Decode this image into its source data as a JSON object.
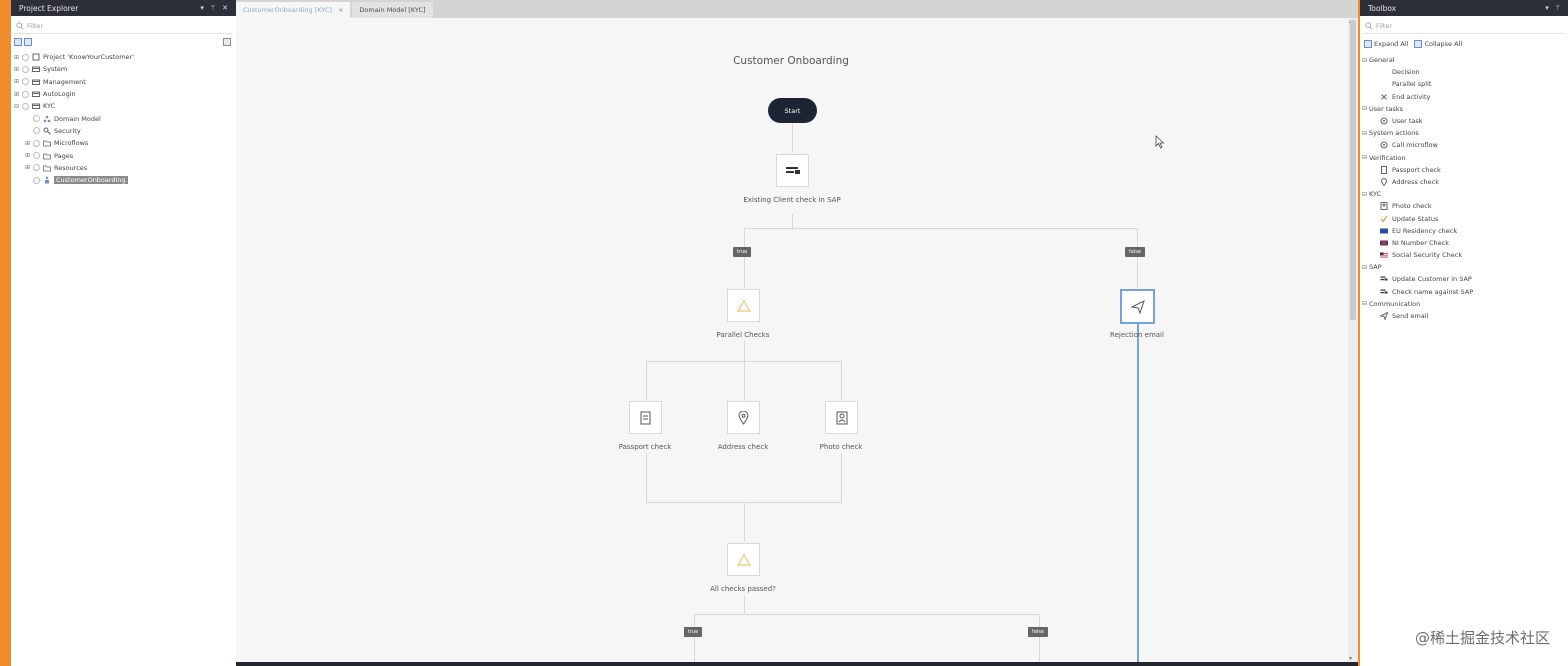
{
  "explorer": {
    "title": "Project Explorer",
    "controls": [
      "▾",
      "ᛘ",
      "✕"
    ],
    "filter_placeholder": "Filter",
    "tree": [
      {
        "label": "Project 'KnowYourCustomer'",
        "icon": "project-icon",
        "toggle": "⊞",
        "level": 0
      },
      {
        "label": "System",
        "icon": "module-icon",
        "toggle": "⊞",
        "level": 0
      },
      {
        "label": "Management",
        "icon": "module-icon",
        "toggle": "⊞",
        "level": 0
      },
      {
        "label": "AutoLogin",
        "icon": "module-icon",
        "toggle": "⊞",
        "level": 0
      },
      {
        "label": "KYC",
        "icon": "module-icon",
        "toggle": "⊟",
        "level": 0
      },
      {
        "label": "Domain Model",
        "icon": "domain-model-icon",
        "toggle": "",
        "level": 1
      },
      {
        "label": "Security",
        "icon": "security-icon",
        "toggle": "",
        "level": 1
      },
      {
        "label": "Microflows",
        "icon": "folder-icon",
        "toggle": "⊞",
        "level": 1
      },
      {
        "label": "Pages",
        "icon": "folder-icon",
        "toggle": "⊞",
        "level": 1
      },
      {
        "label": "Resources",
        "icon": "folder-icon",
        "toggle": "⊞",
        "level": 1
      },
      {
        "label": "CustomerOnboarding",
        "icon": "workflow-icon",
        "toggle": "",
        "level": 1,
        "selected": true
      }
    ]
  },
  "editor": {
    "tabs": [
      {
        "label": "CustomerOnboarding [KYC]",
        "active": true,
        "close": "×"
      },
      {
        "label": "Domain Model [KYC]",
        "active": false,
        "close": ""
      }
    ],
    "flow": {
      "title": "Customer Onboarding",
      "start_label": "Start",
      "nodes": {
        "client_check": "Existing Client check in SAP",
        "parallel_checks": "Parallel Checks",
        "rejection_email": "Rejection email",
        "passport_check": "Passport check",
        "address_check": "Address check",
        "photo_check": "Photo check",
        "all_passed": "All checks passed?"
      },
      "tags": {
        "true1": "true",
        "false1": "false",
        "true2": "true",
        "false2": "false"
      }
    }
  },
  "toolbox": {
    "title": "Toolbox",
    "controls": [
      "▾",
      "ᛘ"
    ],
    "filter_placeholder": "Filter",
    "expand_all": "Expand All",
    "collapse_all": "Collapse All",
    "categories": [
      {
        "name": "General",
        "items": [
          {
            "label": "Decision",
            "icon": "decision-icon"
          },
          {
            "label": "Parallel split",
            "icon": "parallel-split-icon"
          },
          {
            "label": "End activity",
            "icon": "end-activity-icon"
          }
        ]
      },
      {
        "name": "User tasks",
        "items": [
          {
            "label": "User task",
            "icon": "user-task-icon"
          }
        ]
      },
      {
        "name": "System actions",
        "items": [
          {
            "label": "Call microflow",
            "icon": "call-microflow-icon"
          }
        ]
      },
      {
        "name": "Verification",
        "items": [
          {
            "label": "Passport check",
            "icon": "passport-icon"
          },
          {
            "label": "Address check",
            "icon": "location-pin-icon"
          }
        ]
      },
      {
        "name": "KYC",
        "items": [
          {
            "label": "Photo check",
            "icon": "photo-icon"
          },
          {
            "label": "Update Status",
            "icon": "check-icon"
          },
          {
            "label": "EU Residency check",
            "icon": "eu-flag-icon"
          },
          {
            "label": "NI Number Check",
            "icon": "uk-flag-icon"
          },
          {
            "label": "Social Security Check",
            "icon": "us-flag-icon"
          }
        ]
      },
      {
        "name": "SAP",
        "items": [
          {
            "label": "Update Customer in SAP",
            "icon": "sap-icon"
          },
          {
            "label": "Check name against SAP",
            "icon": "sap-icon"
          }
        ]
      },
      {
        "name": "Communication",
        "items": [
          {
            "label": "Send email",
            "icon": "send-icon"
          }
        ]
      }
    ]
  },
  "watermark": "@稀土掘金技术社区",
  "colors": {
    "frame": "#f08c2c",
    "panel_header": "#2c2f38",
    "start_node": "#1d2535",
    "accent_blue": "#6fa8dc"
  }
}
